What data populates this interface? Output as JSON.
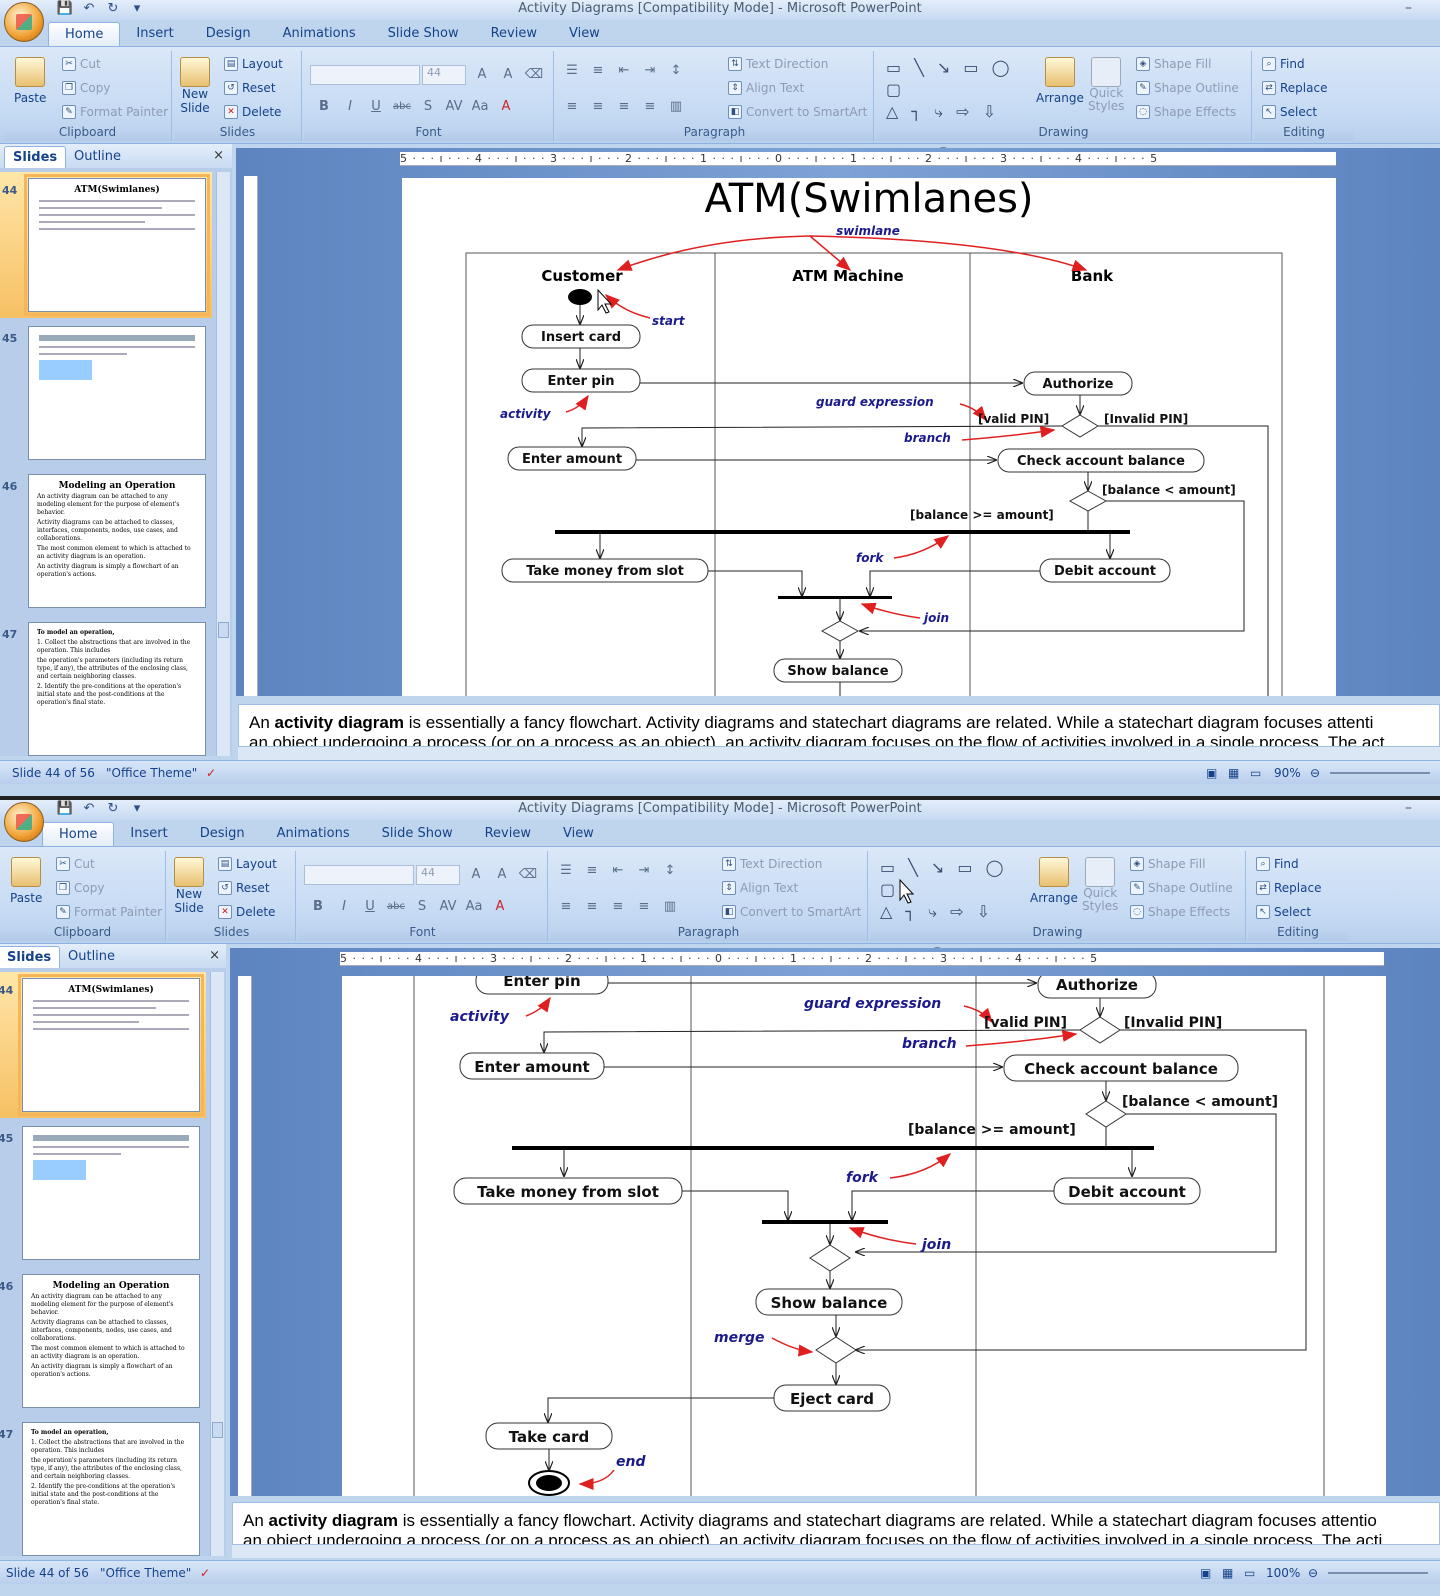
{
  "window": {
    "title": "Activity Diagrams [Compatibility Mode] - Microsoft PowerPoint"
  },
  "ribbon": {
    "tabs": [
      "Home",
      "Insert",
      "Design",
      "Animations",
      "Slide Show",
      "Review",
      "View"
    ],
    "clipboard": {
      "paste": "Paste",
      "cut": "Cut",
      "copy": "Copy",
      "format_painter": "Format Painter",
      "label": "Clipboard"
    },
    "slides": {
      "new_slide_1": "New",
      "new_slide_2": "Slide",
      "layout": "Layout",
      "reset": "Reset",
      "delete": "Delete",
      "label": "Slides"
    },
    "font": {
      "size": "44",
      "label": "Font"
    },
    "paragraph": {
      "text_direction": "Text Direction",
      "align_text": "Align Text",
      "convert_smartart": "Convert to SmartArt",
      "label": "Paragraph"
    },
    "drawing": {
      "arrange": "Arrange",
      "quick_styles_1": "Quick",
      "quick_styles_2": "Styles",
      "shape_fill": "Shape Fill",
      "shape_outline": "Shape Outline",
      "shape_effects": "Shape Effects",
      "label": "Drawing"
    },
    "editing": {
      "find": "Find",
      "replace": "Replace",
      "select": "Select",
      "label": "Editing"
    }
  },
  "side_panel": {
    "tab_slides": "Slides",
    "tab_outline": "Outline",
    "close": "×",
    "thumbnails": [
      {
        "number": "44",
        "title": "ATM(Swimlanes)"
      },
      {
        "number": "45",
        "title": ""
      },
      {
        "number": "46",
        "title": "Modeling an Operation",
        "bullets": [
          "An activity diagram can be attached to any modeling element for the purpose of element's behavior.",
          "Activity diagrams can be attached to classes, interfaces, components, nodes, use cases, and collaborations.",
          "The most common element to which is attached to an activity diagram is an operation.",
          "An activity diagram is simply a flowchart of an operation's actions."
        ]
      },
      {
        "number": "47",
        "title": "To model an operation,",
        "bullets": [
          "1. Collect the abstractions that are involved in the operation. This includes",
          "the operation's parameters (including its return type, if any), the attributes of the enclosing class, and certain neighboring classes.",
          "2. Identify the pre-conditions at the operation's initial state and the post-conditions at the operation's final state."
        ]
      }
    ]
  },
  "slide": {
    "title": "ATM(Swimlanes)",
    "lanes": [
      "Customer",
      "ATM Machine",
      "Bank"
    ],
    "nodes": {
      "insert_card": "Insert card",
      "enter_pin": "Enter pin",
      "authorize": "Authorize",
      "enter_amount": "Enter amount",
      "check_balance": "Check account balance",
      "take_money": "Take money from slot",
      "debit_account": "Debit account",
      "show_balance": "Show balance",
      "eject_card": "Eject card",
      "take_card": "Take card"
    },
    "guards": {
      "valid_pin": "[valid PIN]",
      "invalid_pin": "[Invalid PIN]",
      "balance_lt": "[balance < amount]",
      "balance_ge": "[balance >= amount]"
    },
    "annotations": {
      "swimlane": "swimlane",
      "start": "start",
      "activity": "activity",
      "guard_expression": "guard expression",
      "branch": "branch",
      "fork": "fork",
      "join": "join",
      "merge": "merge",
      "end": "end"
    }
  },
  "notes": {
    "line1_prefix": "An ",
    "line1_bold": "activity diagram",
    "line1_rest": " is essentially a fancy flowchart. Activity diagrams and statechart diagrams are related. While a statechart diagram focuses attenti",
    "line2": "an object undergoing a process (or on a process as an object), an activity diagram focuses on the flow of activities involved in a single process. The act"
  },
  "notes2": {
    "line1_rest": " is essentially a fancy flowchart. Activity diagrams and statechart diagrams are related. While a statechart diagram focuses attentio",
    "line2": "an object undergoing a process (or on a process as an object), an activity diagram focuses on the flow of activities involved in a single process. The acti"
  },
  "status": {
    "slide_of": "Slide 44 of 56",
    "theme": "\"Office Theme\"",
    "zoom": "90%",
    "slide_of_cut": "Slide 44 of 56",
    "zoom2": "100%"
  },
  "ruler": {
    "text": "5 · · · ı · · · 4 · · · ı · · · 3 · · · ı · · · 2 · · · ı · · · 1 · · · ı · · · 0 · · · ı · · · 1 · · · ı · · · 2 · · · ı · · · 3 · · · ı · · · 4 · · · ı · · · 5"
  },
  "colors": {
    "annotation": "#1a1a8c",
    "arrow_red": "#e02020",
    "accent": "#f5b65a"
  }
}
